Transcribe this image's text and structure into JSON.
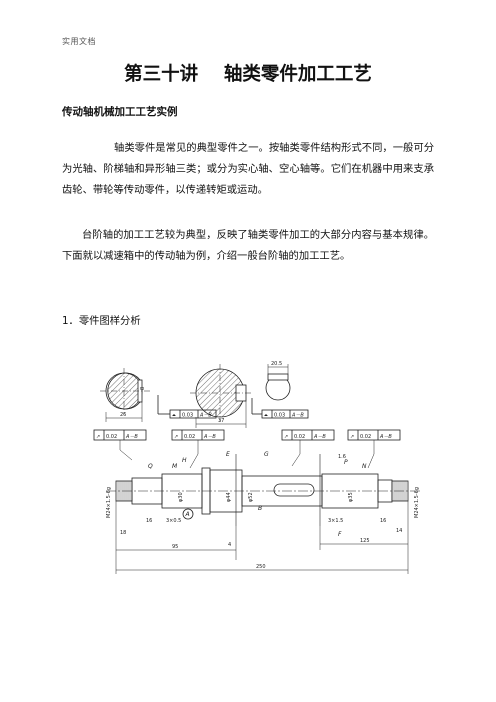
{
  "header_note": "实用文档",
  "title": "第三十讲    轴类零件加工工艺",
  "subtitle": "传动轴机械加工工艺实例",
  "paragraphs": [
    "轴类零件是常见的典型零件之一。按轴类零件结构形式不同，一般可分为光轴、阶梯轴和异形轴三类；或分为实心轴、空心轴等。它们在机器中用来支承齿轮、带轮等传动零件，以传递转矩或运动。",
    "台阶轴的加工工艺较为典型，反映了轴类零件加工的大部分内容与基本规律。下面就以减速箱中的传动轴为例，介绍一般台阶轴的加工工艺。"
  ],
  "section_heading": "1．零件图样分析",
  "drawing": {
    "tolerance_frames": [
      {
        "symbol": "↗",
        "value": "0.02",
        "datum": "A－B"
      },
      {
        "symbol": "↗",
        "value": "0.02",
        "datum": "A－B"
      },
      {
        "symbol": "↗",
        "value": "0.02",
        "datum": "A－B"
      },
      {
        "symbol": "↗",
        "value": "0.02",
        "datum": "A－B"
      },
      {
        "symbol": "⌯",
        "value": "0.03",
        "datum": "A－B"
      },
      {
        "symbol": "⌯",
        "value": "0.03",
        "datum": "A－B"
      }
    ],
    "dims": {
      "section_width_left": "26",
      "section_width_right": "37",
      "keyway_width": "20.5",
      "overall_length": "250",
      "len_95": "95",
      "len_125": "125",
      "len_16a": "16",
      "len_16b": "16",
      "len_14": "14",
      "len_4": "4",
      "len_18": "18",
      "thread": "M24×1.5-6g",
      "dia_44": "φ44",
      "dia_52": "φ52",
      "dia_35": "φ35",
      "dia_30": "φ30",
      "dia_ra": "1.6",
      "chamfer_l": "3×0.5",
      "chamfer_r": "3×1.5"
    },
    "labels": {
      "M": "M",
      "N": "N",
      "P": "P",
      "Q": "Q",
      "G": "G",
      "H": "H",
      "E": "E",
      "F": "F",
      "A": "A",
      "B": "B"
    }
  }
}
